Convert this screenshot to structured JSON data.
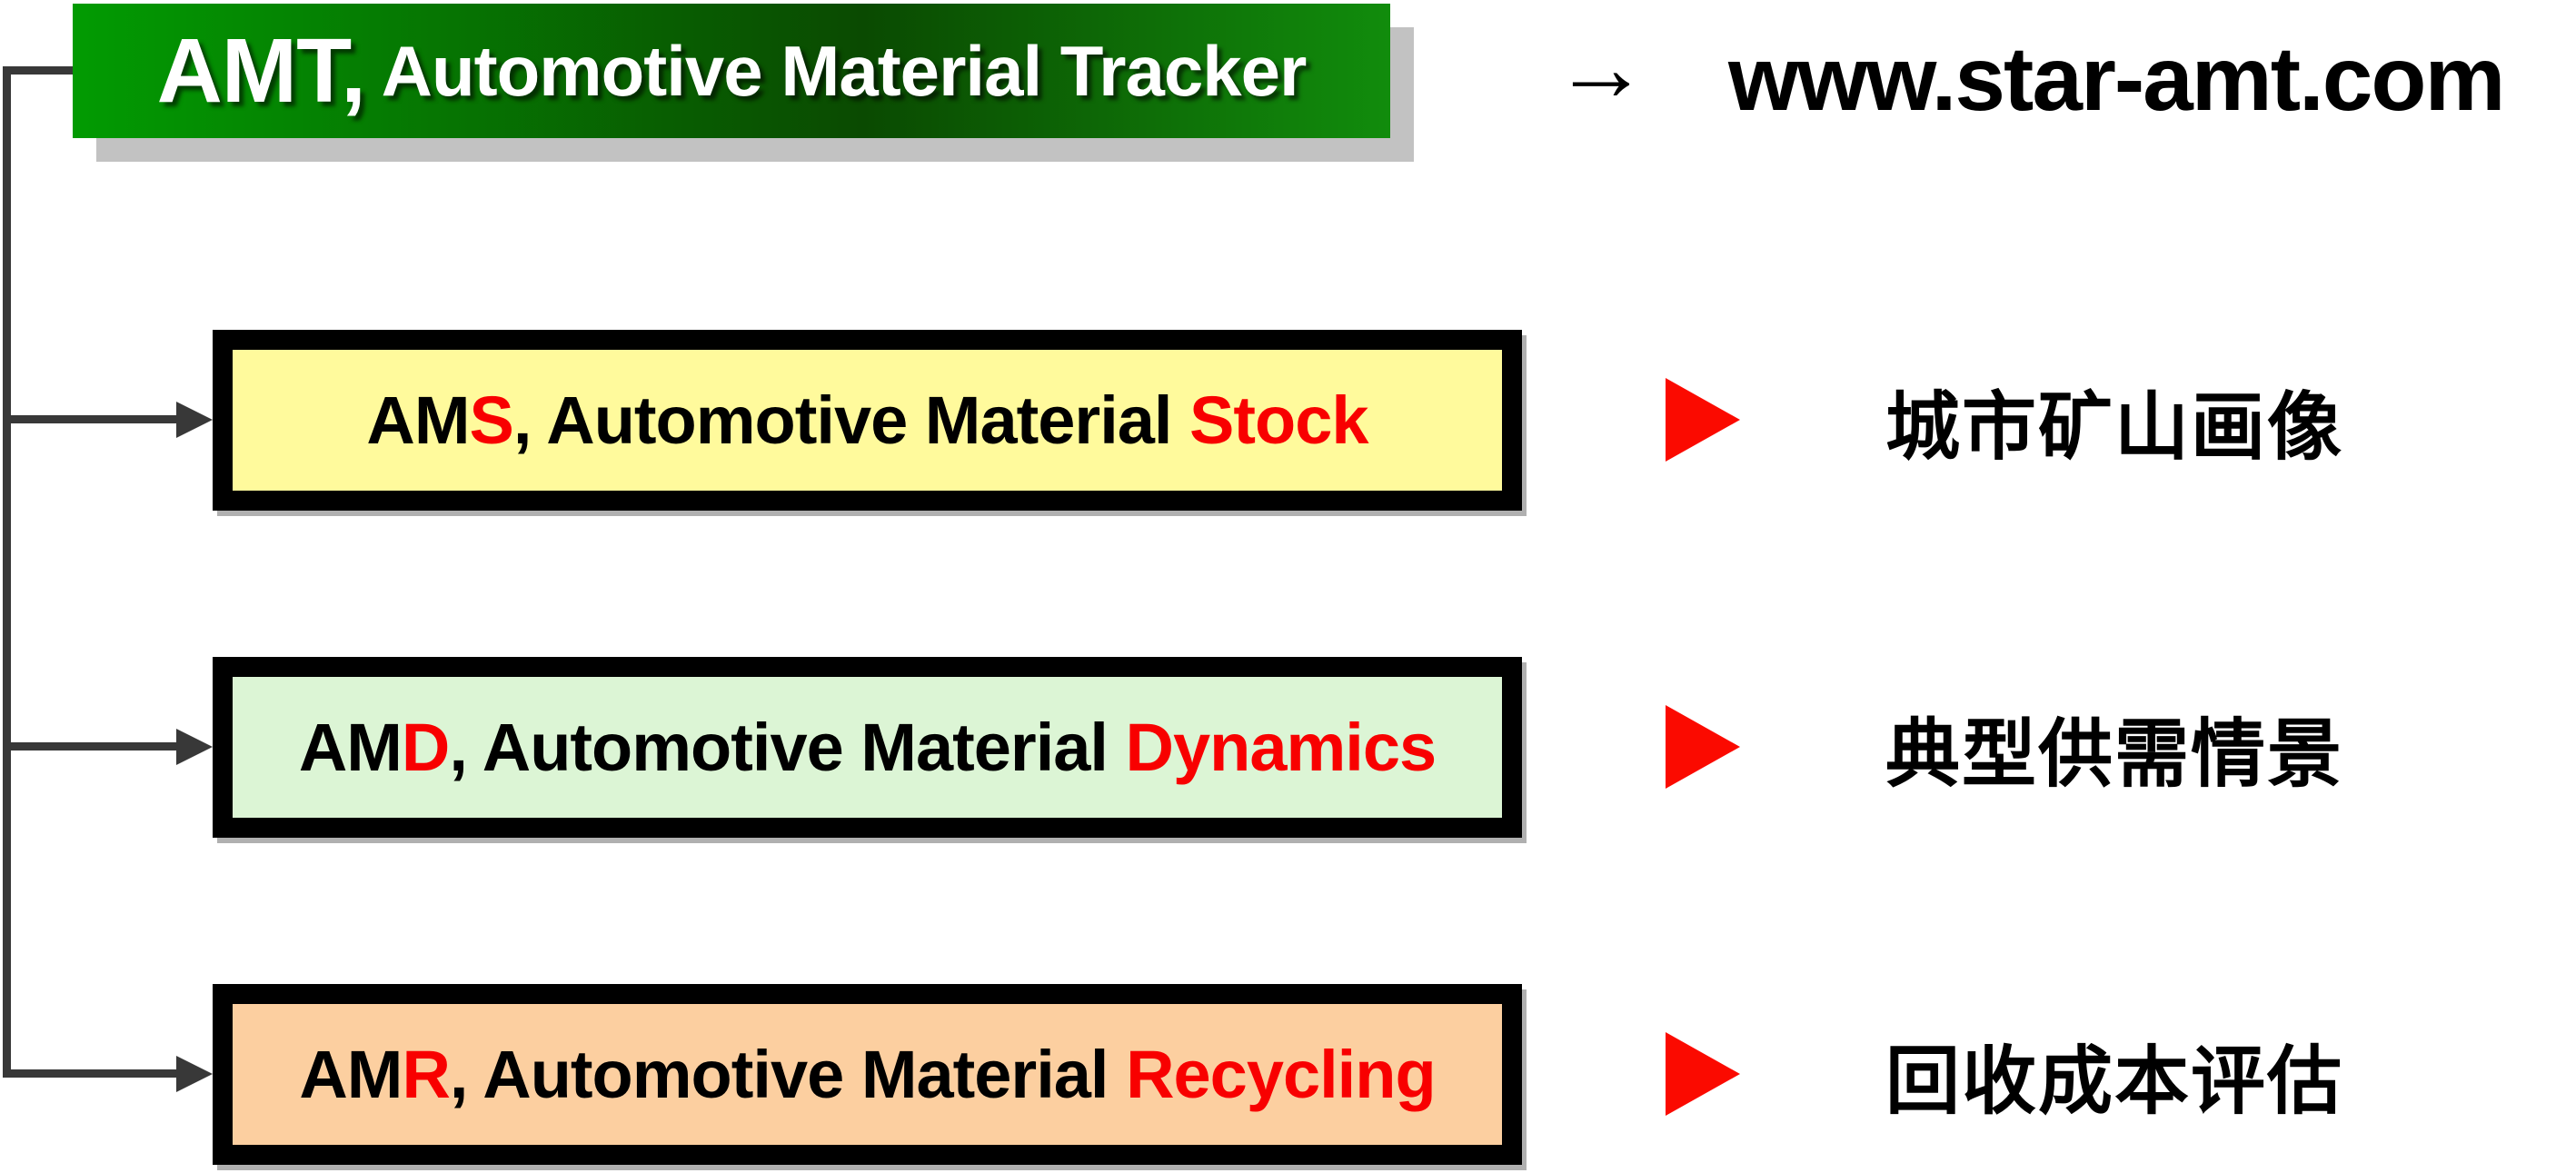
{
  "header": {
    "title_main": "AMT,",
    "title_rest": " Automotive Material Tracker",
    "arrow": "→",
    "url": "www.star-amt.com"
  },
  "rows": [
    {
      "prefix": "AM",
      "letter": "S",
      "mid": ", Automotive Material ",
      "suffix": "Stock",
      "label": "城市矿山画像",
      "fill": "#fffa9c"
    },
    {
      "prefix": "AM",
      "letter": "D",
      "mid": ", Automotive Material ",
      "suffix": "Dynamics",
      "label": "典型供需情景",
      "fill": "#dcf5d5"
    },
    {
      "prefix": "AM",
      "letter": "R",
      "mid": ", Automotive Material ",
      "suffix": "Recycling",
      "label": "回收成本评估",
      "fill": "#fccfa0"
    }
  ],
  "colors": {
    "header_green_left": "#029b02",
    "header_green_dark": "#0a4a01",
    "header_green_right": "#118c0c",
    "shadow_gray": "#c2c2c2",
    "connector_gray": "#383838",
    "accent_red": "#f80000",
    "triangle_red": "#fb0a00"
  }
}
